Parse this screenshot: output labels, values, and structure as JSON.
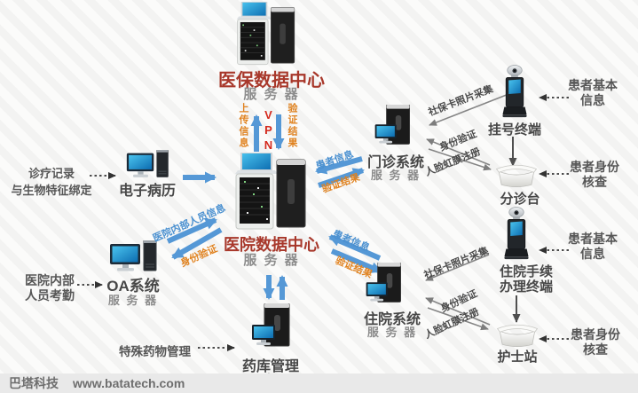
{
  "footer": {
    "brand": "巴塔科技",
    "url": "www.batatech.com"
  },
  "nodes": {
    "insurance_dc": {
      "title": "医保数据中心",
      "subtitle": "服 务 器"
    },
    "hospital_dc": {
      "title": "医院数据中心",
      "subtitle": "服 务 器"
    },
    "emr": {
      "title": "电子病历"
    },
    "oa": {
      "title": "OA系统",
      "subtitle": "服 务 器"
    },
    "pharmacy": {
      "title": "药库管理",
      "subtitle": "服 务 器"
    },
    "outpatient": {
      "title": "门诊系统",
      "subtitle": "服 务 器"
    },
    "inpatient": {
      "title": "住院系统",
      "subtitle": "服 务 器"
    },
    "reg_terminal": {
      "title": "挂号终端"
    },
    "triage_desk": {
      "title": "分诊台"
    },
    "adm_terminal": {
      "line1": "住院手续",
      "line2": "办理终端"
    },
    "nurse_station": {
      "title": "护士站"
    }
  },
  "notes": {
    "emr": {
      "line1": "诊疗记录",
      "line2": "与生物特征绑定"
    },
    "oa": {
      "line1": "医院内部",
      "line2": "人员考勤"
    },
    "pharmacy": "特殊药物管理",
    "patient_info": {
      "line1": "患者基本",
      "line2": "信息"
    },
    "patient_check": {
      "line1": "患者身份",
      "line2": "核查"
    }
  },
  "edges": {
    "upload_info": "上传信息",
    "vpn": "VPN",
    "verify_result": "验证结果",
    "staff_info": "医院内部人员信息",
    "identity_verify": "身份验证",
    "patient_info": "患者信息",
    "sscard_capture": "社保卡照片采集",
    "face_iris_register": "人脸虹膜注册"
  },
  "colors": {
    "title_red": "#a8382b",
    "arrow_blue": "#5598d6",
    "label_orange": "#e0821f",
    "label_blue": "#4a90d0",
    "vpn_red": "#d42a1e",
    "footer_bg": "#e9e9e9"
  }
}
